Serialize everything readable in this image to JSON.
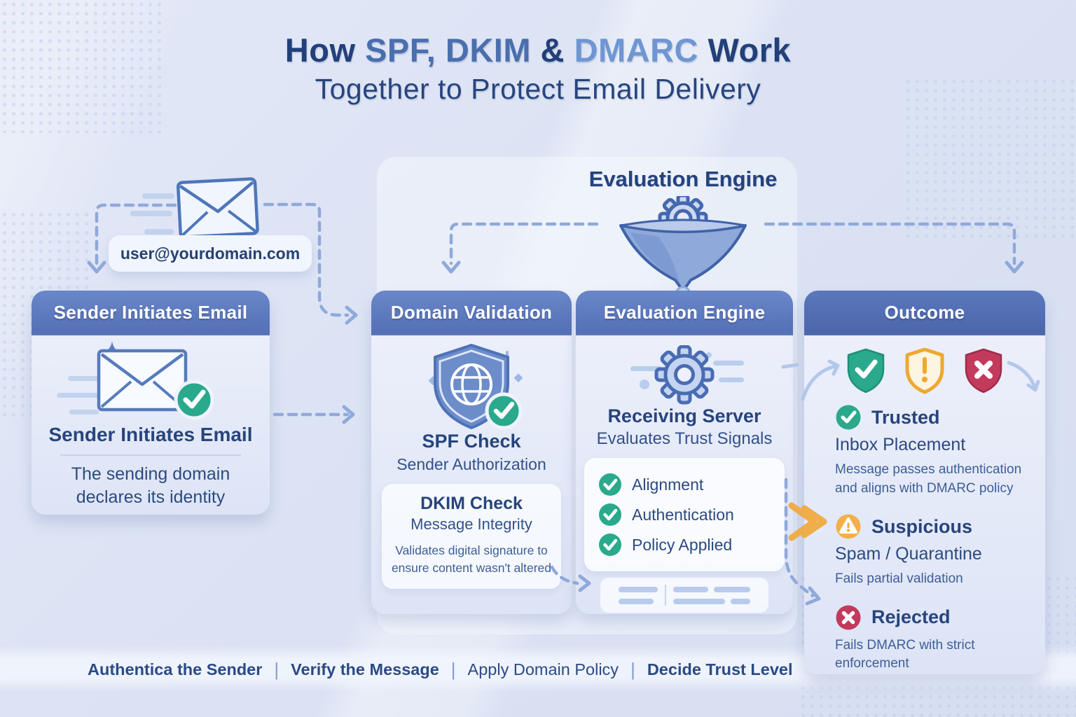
{
  "title": {
    "prefix": "How ",
    "highlight_primary": "SPF, DKIM",
    "connector": " & ",
    "highlight_secondary": "DMARC",
    "suffix": " Work",
    "line2": "Together to Protect Email Delivery"
  },
  "sender_email": "user@yourdomain.com",
  "evaluation_engine_label": "Evaluation Engine",
  "cards": {
    "sender": {
      "header": "Sender Initiates Email",
      "title": "Sender Initiates Email",
      "description": "The sending domain declares its identity"
    },
    "validation": {
      "header": "Domain Validation",
      "spf": {
        "title": "SPF Check",
        "subtitle": "Sender Authorization"
      },
      "dkim": {
        "title": "DKIM Check",
        "subtitle": "Message Integrity",
        "description": "Validates digital signature to ensure content wasn't altered"
      }
    },
    "engine": {
      "header": "Evaluation Engine",
      "title": "Receiving Server",
      "subtitle": "Evaluates Trust Signals",
      "checklist": [
        "Alignment",
        "Authentication",
        "Policy Applied"
      ]
    },
    "outcome": {
      "header": "Outcome",
      "trusted": {
        "title": "Trusted",
        "subtitle": "Inbox Placement",
        "description": "Message passes authentication and aligns with DMARC policy"
      },
      "suspicious": {
        "title": "Suspicious",
        "subtitle": "Spam / Quarantine",
        "description": "Fails partial validation"
      },
      "rejected": {
        "title": "Rejected",
        "description": "Fails DMARC with strict enforcement"
      }
    }
  },
  "footer": {
    "items": [
      "Authentica the Sender",
      "Verify the Message",
      "Apply Domain Policy",
      "Decide Trust Level"
    ],
    "separator": "|"
  },
  "icons": {
    "email": "envelope-icon",
    "sender": "envelope-check-icon",
    "validation": "shield-globe-check-icon",
    "engine": "gear-icon",
    "funnel": "funnel-gear-icon",
    "trusted": "check-shield / check-circle",
    "suspicious": "warning-shield / warning-circle",
    "rejected": "x-shield / x-circle"
  },
  "colors": {
    "background": "#dee4f4",
    "card_header_blue": "#5570b6",
    "navy_text": "#27447c",
    "highlight_blue": "#4a6fae",
    "highlight_light_blue": "#6f96d2",
    "teal_success": "#2aa98c",
    "amber_warning": "#f0ad33",
    "crimson_error": "#c23a5c",
    "dashed_connector": "#8fa9da"
  }
}
